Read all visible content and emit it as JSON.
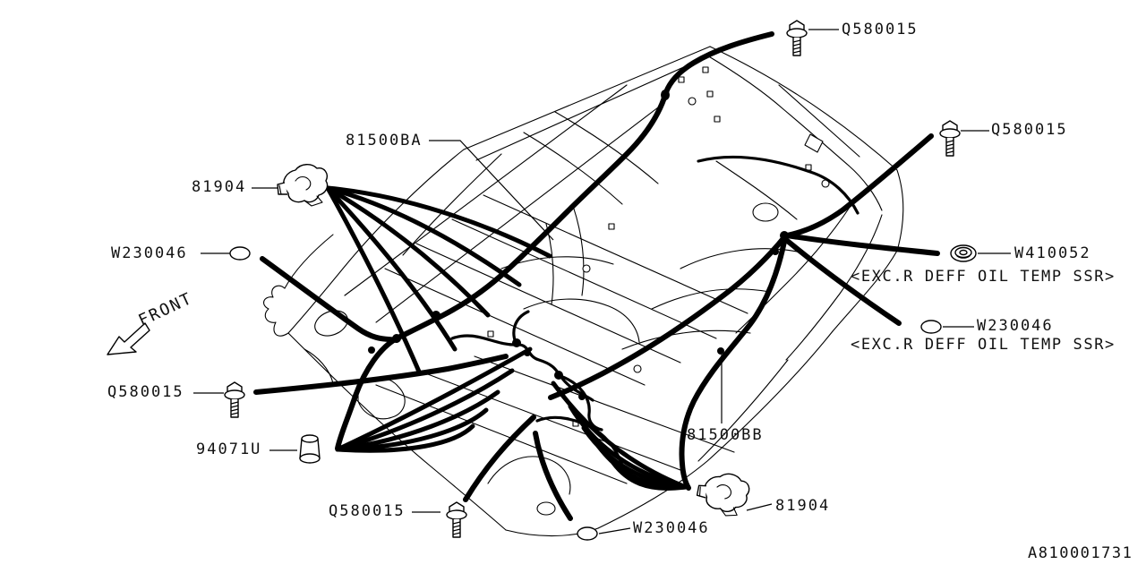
{
  "page": {
    "background": "#ffffff",
    "ink": "#000000"
  },
  "front_indicator": {
    "label": "FRONT",
    "icon": "front-arrow-icon"
  },
  "doc_number": "A810001731",
  "callouts": {
    "q580015_top": {
      "label": "Q580015",
      "icon": "bolt-icon"
    },
    "q580015_right": {
      "label": "Q580015",
      "icon": "bolt-icon"
    },
    "q580015_left": {
      "label": "Q580015",
      "icon": "bolt-icon"
    },
    "q580015_bottom": {
      "label": "Q580015",
      "icon": "bolt-icon"
    },
    "harness_81500ba": {
      "label": "81500BA"
    },
    "harness_81500bb": {
      "label": "81500BB"
    },
    "clip_81904_top": {
      "label": "81904",
      "icon": "clip-icon"
    },
    "clip_81904_bottom": {
      "label": "81904",
      "icon": "clip-icon"
    },
    "w230046_left": {
      "label": "W230046",
      "icon": "oval-clip-icon"
    },
    "w230046_right": {
      "label": "W230046",
      "icon": "oval-clip-icon",
      "note": "<EXC.R DEFF OIL TEMP SSR>"
    },
    "w230046_bottom": {
      "label": "W230046",
      "icon": "oval-clip-icon"
    },
    "w410052": {
      "label": "W410052",
      "icon": "grommet-icon",
      "note": "<EXC.R DEFF OIL TEMP SSR>"
    },
    "cap_94071u": {
      "label": "94071U",
      "icon": "cap-icon"
    }
  }
}
